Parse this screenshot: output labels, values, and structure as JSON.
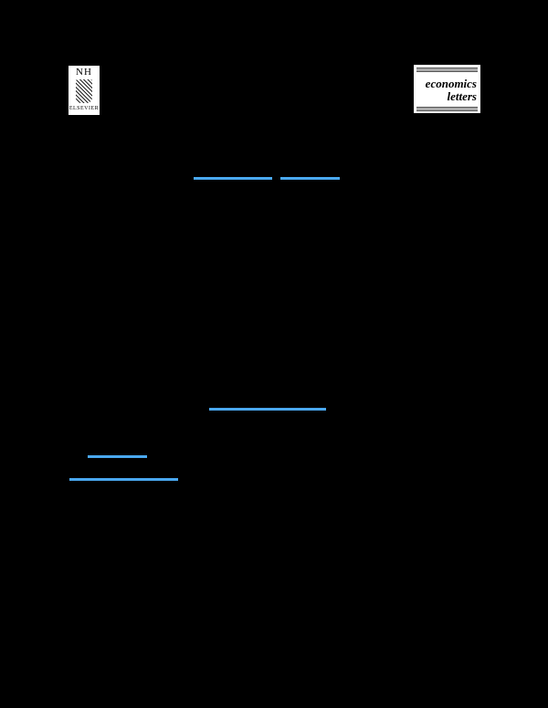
{
  "page": {
    "background": "#000000",
    "link_color": "#4aa8f0"
  },
  "header": {
    "publisher_logo": {
      "monogram": "NH",
      "name": "ELSEVIER",
      "icon": "elsevier-tree-icon"
    },
    "journal_logo": {
      "line1": "economics",
      "line2": "letters"
    }
  },
  "links": [
    {
      "id": "author-link-1",
      "label": ""
    },
    {
      "id": "author-link-2",
      "label": ""
    },
    {
      "id": "doi-link",
      "label": ""
    },
    {
      "id": "reference-link-1",
      "label": ""
    },
    {
      "id": "reference-link-2",
      "label": ""
    }
  ]
}
